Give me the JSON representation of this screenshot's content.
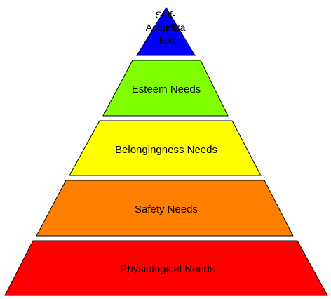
{
  "pyramid": {
    "levels": [
      {
        "label_lines": [
          "Self-",
          "Actualiza",
          "tion"
        ],
        "color": "#0000ff"
      },
      {
        "label_lines": [
          "Esteem Needs"
        ],
        "color": "#80ff00"
      },
      {
        "label_lines": [
          "Belongingness Needs"
        ],
        "color": "#ffff00"
      },
      {
        "label_lines": [
          "Safety Needs"
        ],
        "color": "#ff8000"
      },
      {
        "label_lines": [
          "Physiological Needs"
        ],
        "color": "#ff0000"
      }
    ],
    "stroke_color": "#000000"
  }
}
